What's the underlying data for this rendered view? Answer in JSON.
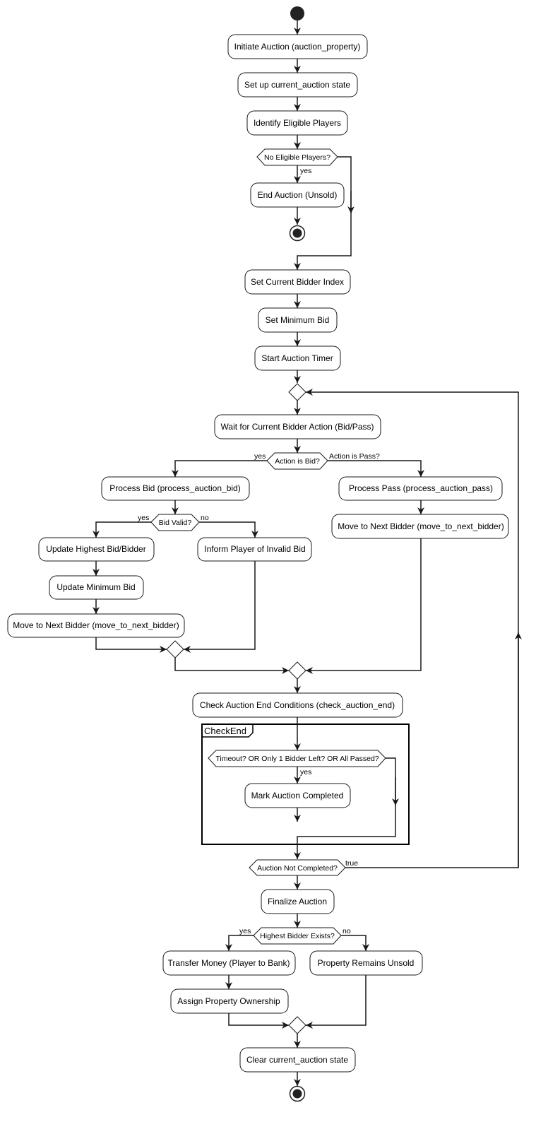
{
  "nodes": {
    "initiate_auction": "Initiate Auction (auction_property)",
    "setup_state": "Set up current_auction state",
    "identify_players": "Identify Eligible Players",
    "no_eligible_players": "No Eligible Players?",
    "end_unsold": "End Auction (Unsold)",
    "set_bidder_index": "Set Current Bidder Index",
    "set_min_bid": "Set Minimum Bid",
    "start_timer": "Start Auction Timer",
    "wait_action": "Wait for Current Bidder Action (Bid/Pass)",
    "action_is_bid": "Action is Bid?",
    "process_bid": "Process Bid (process_auction_bid)",
    "bid_valid": "Bid Valid?",
    "update_highest": "Update Highest Bid/Bidder",
    "update_min_bid": "Update Minimum Bid",
    "move_next_left": "Move to Next Bidder (move_to_next_bidder)",
    "inform_invalid": "Inform Player of Invalid Bid",
    "process_pass": "Process Pass (process_auction_pass)",
    "move_next_right": "Move to Next Bidder (move_to_next_bidder)",
    "check_end": "Check Auction End Conditions (check_auction_end)",
    "end_condition": "Timeout? OR Only 1 Bidder Left? OR All Passed?",
    "mark_completed": "Mark Auction Completed",
    "not_completed": "Auction Not Completed?",
    "finalize": "Finalize Auction",
    "highest_exists": "Highest Bidder Exists?",
    "transfer_money": "Transfer Money (Player to Bank)",
    "assign_property": "Assign Property Ownership",
    "remains_unsold": "Property Remains Unsold",
    "clear_state": "Clear current_auction state"
  },
  "frame_label": "CheckEnd",
  "labels": {
    "eligible_yes": "yes",
    "action_yes": "yes",
    "action_pass": "Action is Pass?",
    "bid_yes": "yes",
    "bid_no": "no",
    "end_yes": "yes",
    "loop_true": "true",
    "highest_yes": "yes",
    "highest_no": "no"
  },
  "colors": {
    "stroke": "#181818",
    "node_fill": "#ffffff",
    "start_fill": "#222222"
  }
}
